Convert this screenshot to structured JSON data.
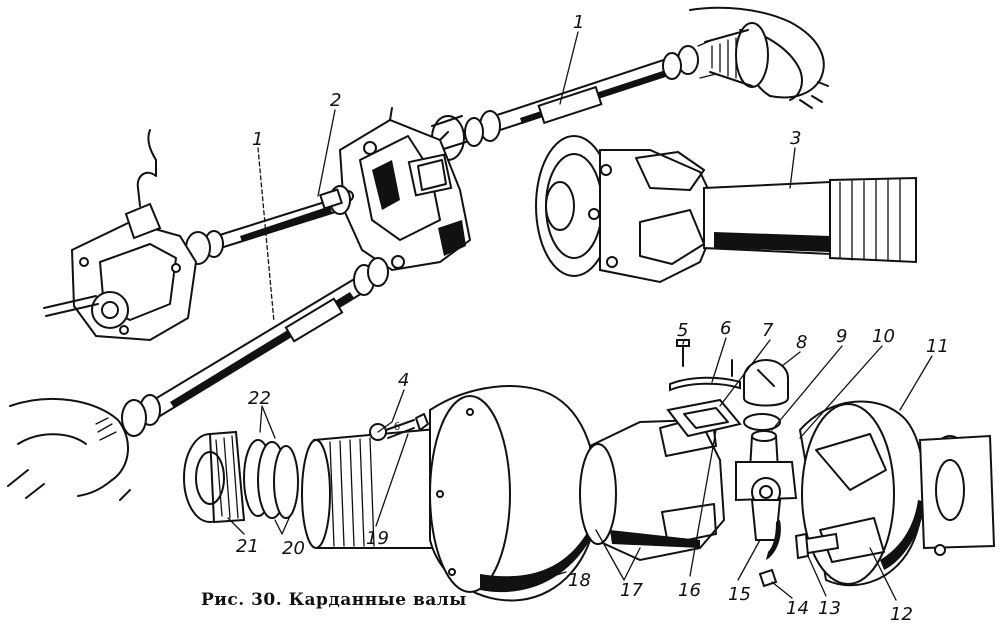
{
  "figure": {
    "caption": "Рис. 30. Карданные валы",
    "small_mark": "б"
  },
  "callouts": [
    {
      "id": "1",
      "part": "upper-propeller-shaft"
    },
    {
      "id": "1",
      "part": "lower-propeller-shaft"
    },
    {
      "id": "2",
      "part": "intermediate-shaft"
    },
    {
      "id": "3",
      "part": "universal-joint-assembly"
    },
    {
      "id": "4",
      "part": "grease-fitting"
    },
    {
      "id": "5",
      "part": "bolt"
    },
    {
      "id": "6",
      "part": "lock-plate"
    },
    {
      "id": "7",
      "part": "gasket"
    },
    {
      "id": "8",
      "part": "bearing-cup"
    },
    {
      "id": "9",
      "part": "seal-ring"
    },
    {
      "id": "10",
      "part": "spider"
    },
    {
      "id": "11",
      "part": "flange-yoke"
    },
    {
      "id": "12",
      "part": "flange"
    },
    {
      "id": "13",
      "part": "flange-bolt"
    },
    {
      "id": "14",
      "part": "grease-nipple"
    },
    {
      "id": "15",
      "part": "spider-needle-bearing"
    },
    {
      "id": "16",
      "part": "fork"
    },
    {
      "id": "17",
      "part": "shaft-yoke"
    },
    {
      "id": "18",
      "part": "protective-cover"
    },
    {
      "id": "19",
      "part": "splined-tube"
    },
    {
      "id": "20",
      "part": "seal-rings"
    },
    {
      "id": "21",
      "part": "sliding-yoke-sleeve"
    },
    {
      "id": "22",
      "part": "retainers"
    }
  ]
}
